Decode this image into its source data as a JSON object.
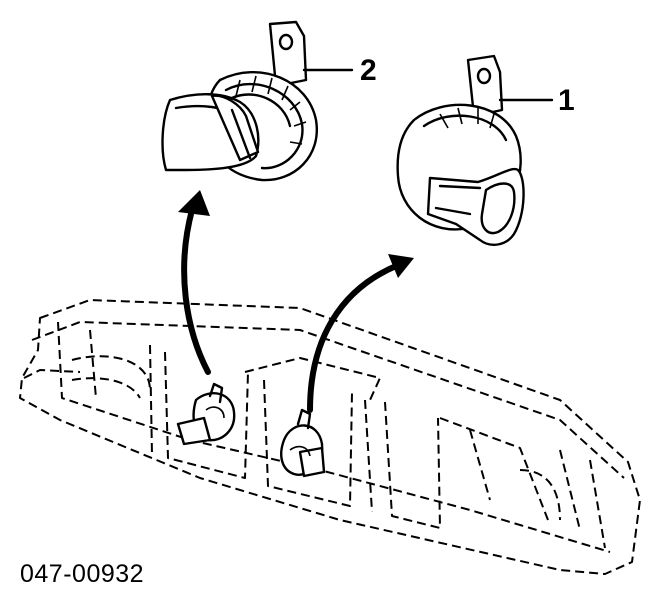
{
  "callouts": {
    "label_1": "1",
    "label_2": "2"
  },
  "footer": {
    "part_code": "047-00932"
  },
  "colors": {
    "line": "#000000",
    "background": "#ffffff"
  }
}
